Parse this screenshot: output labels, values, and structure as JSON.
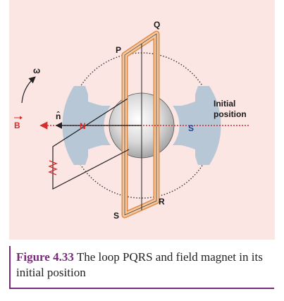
{
  "figure": {
    "labels": {
      "p": "P",
      "q": "Q",
      "r": "R",
      "s_loop": "S",
      "n_pole": "N",
      "s_pole": "S",
      "omega": "ω",
      "b_vector": "B",
      "n_hat": "n̂",
      "initial_line1": "Initial",
      "initial_line2": "position"
    },
    "colors": {
      "panel_bg": "#fbe6e4",
      "magnet": "#b7c7d6",
      "loop_fill": "#f6c8a0",
      "loop_edge": "#e08a4a",
      "field_line": "#d32f2f",
      "south_pole": "#1f3f8f"
    }
  },
  "caption": {
    "number": "Figure 4.33",
    "text": "The loop PQRS and field magnet in its initial position"
  }
}
